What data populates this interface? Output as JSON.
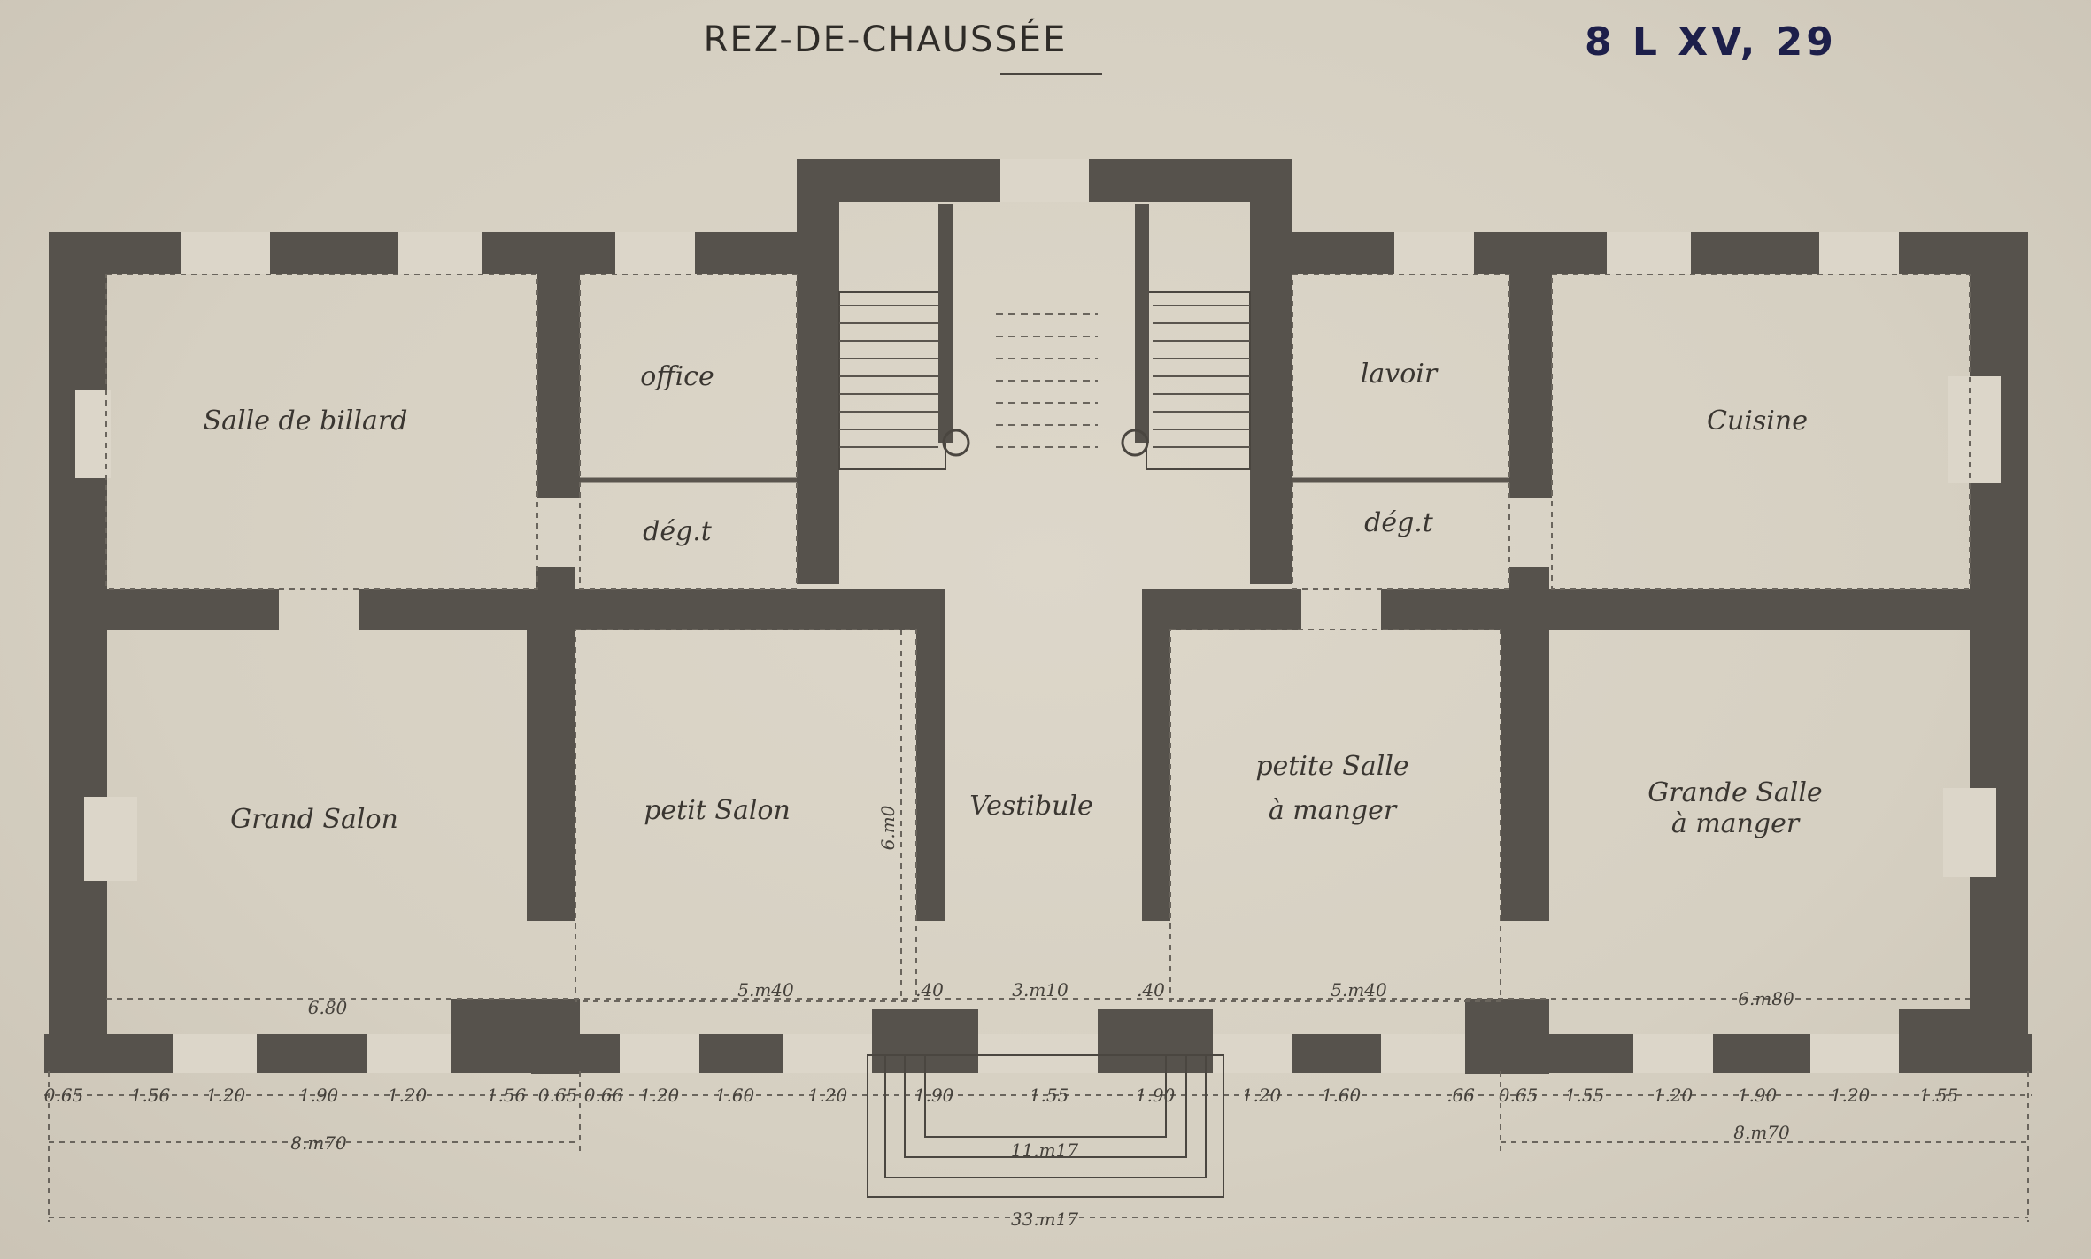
{
  "title": "REZ-DE-CHAUSSÉE",
  "reference": "8 L XV, 29",
  "rooms": {
    "billard": "Salle de billard",
    "office": "office",
    "deg_left": "dég.t",
    "lavoir": "lavoir",
    "deg_right": "dég.t",
    "cuisine": "Cuisine",
    "grand_salon": "Grand Salon",
    "petit_salon": "petit Salon",
    "vestibule": "Vestibule",
    "petite_salle_1": "petite Salle",
    "petite_salle_2": "à manger",
    "grande_salle_1": "Grande Salle",
    "grande_salle_2": "à manger"
  },
  "room_widths": [
    "6.80",
    "5.m40",
    ".40",
    "3.m10",
    ".40",
    "5.m40",
    "6.m80"
  ],
  "vestibule_depth": "6.m0",
  "facade_left": [
    "0.65",
    "1.56",
    "1.20",
    "1.90",
    "1.20",
    "1.56",
    "0.65",
    "0.66",
    "1.20",
    "1.60",
    "1.20"
  ],
  "facade_center": [
    "1.90",
    "1.55",
    "1.90"
  ],
  "facade_right": [
    "1.20",
    "1.60",
    ".66",
    "0.65",
    "1.55",
    "1.20",
    "1.90",
    "1.20",
    "1.55"
  ],
  "totals": {
    "left_wing": "8.m70",
    "center": "11.m17",
    "right_wing": "8.m70",
    "overall": "33.m17"
  }
}
